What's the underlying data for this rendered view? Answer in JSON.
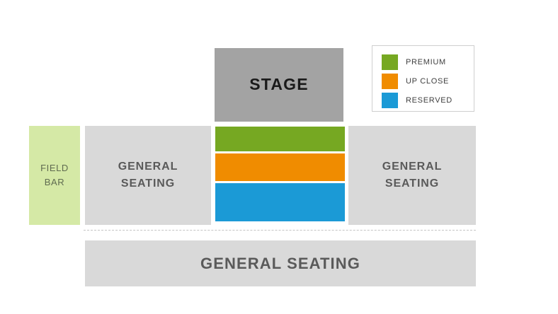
{
  "map": {
    "background_color": "#ffffff",
    "stage": {
      "label": "STAGE",
      "fill_color": "#a3a3a3",
      "text_color": "#1a1a1a"
    },
    "legend": {
      "border_color": "#cfcfcf",
      "background_color": "#ffffff",
      "items": [
        {
          "label": "PREMIUM",
          "color": "#76a822"
        },
        {
          "label": "UP CLOSE",
          "color": "#f08c00"
        },
        {
          "label": "RESERVED",
          "color": "#1b9ad6"
        }
      ]
    },
    "field_bar": {
      "line1": "FIELD",
      "line2": "BAR",
      "fill_color": "#d5e9a6",
      "text_color": "#5f6b50"
    },
    "sections": {
      "general_seating_left": {
        "line1": "GENERAL",
        "line2": "SEATING",
        "fill_color": "#d9d9d9",
        "text_color": "#5a5a5a"
      },
      "general_seating_right": {
        "line1": "GENERAL",
        "line2": "SEATING",
        "fill_color": "#d9d9d9",
        "text_color": "#5a5a5a"
      },
      "general_seating_bottom": {
        "label": "GENERAL SEATING",
        "fill_color": "#d9d9d9",
        "text_color": "#5a5a5a"
      }
    },
    "tiers": [
      {
        "name": "PREMIUM",
        "color": "#76a822"
      },
      {
        "name": "UP CLOSE",
        "color": "#f08c00"
      },
      {
        "name": "RESERVED",
        "color": "#1b9ad6"
      }
    ],
    "divider": {
      "style": "dashed",
      "color": "#c4c4c4"
    }
  }
}
